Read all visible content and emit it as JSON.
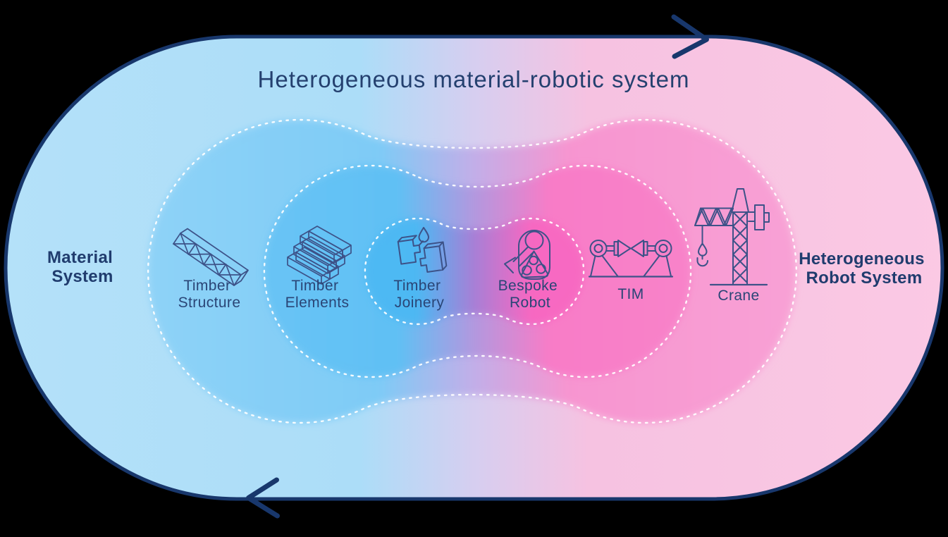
{
  "diagram": {
    "title": "Heterogeneous material-robotic system",
    "left_system": {
      "line1": "Material",
      "line2": "System"
    },
    "right_system": {
      "line1": "Heterogeneous",
      "line2": "Robot System"
    },
    "items": [
      {
        "id": "timber-structure",
        "icon": "truss-icon",
        "line1": "Timber",
        "line2": "Structure"
      },
      {
        "id": "timber-elements",
        "icon": "lumber-stack-icon",
        "line1": "Timber",
        "line2": "Elements"
      },
      {
        "id": "timber-joinery",
        "icon": "joinery-glue-icon",
        "line1": "Timber",
        "line2": "Joinery"
      },
      {
        "id": "bespoke-robot",
        "icon": "bespoke-robot-icon",
        "line1": "Bespoke",
        "line2": "Robot"
      },
      {
        "id": "tim",
        "icon": "dual-robot-arms-icon",
        "line1": "TIM",
        "line2": ""
      },
      {
        "id": "crane",
        "icon": "tower-crane-icon",
        "line1": "Crane",
        "line2": ""
      }
    ],
    "colors": {
      "outline": "#18376C",
      "text": "#203C6E",
      "caption": "#2A4576",
      "icon_stroke": "#3D5288",
      "dash": "#FFFFFF",
      "blue_outer": "#B4E1F9",
      "blue_band1": "#7ECBF6",
      "blue_band2": "#60C0F4",
      "blue_core": "#4DB8F3",
      "pink_outer": "#FBC9E4",
      "pink_band1": "#F795D0",
      "pink_band2": "#F87CC7",
      "pink_core": "#F768C1",
      "purple_mid": "#B298DF"
    }
  }
}
